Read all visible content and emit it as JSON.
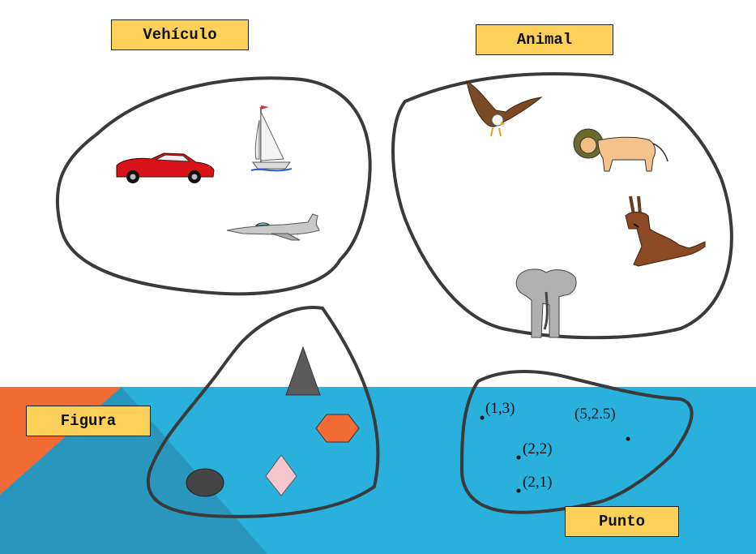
{
  "labels": {
    "vehiculo": "Vehículo",
    "animal": "Animal",
    "figura": "Figura",
    "punto": "Punto"
  },
  "points": [
    "(1,3)",
    "(5,2.5)",
    "(2,2)",
    "(2,1)"
  ],
  "colors": {
    "label_bg": "#fcd15a",
    "band_blue": "#29b0dc",
    "accent_orange": "#f26b35",
    "outline": "#3a3a3a",
    "hexagon": "#f26b35",
    "triangle": "#5a5a5a",
    "diamond": "#f7c6cc",
    "ellipse": "#444444"
  },
  "icons": [
    "car-icon",
    "sailboat-icon",
    "jet-icon",
    "eagle-icon",
    "lion-icon",
    "donkey-icon",
    "elephant-icon"
  ]
}
